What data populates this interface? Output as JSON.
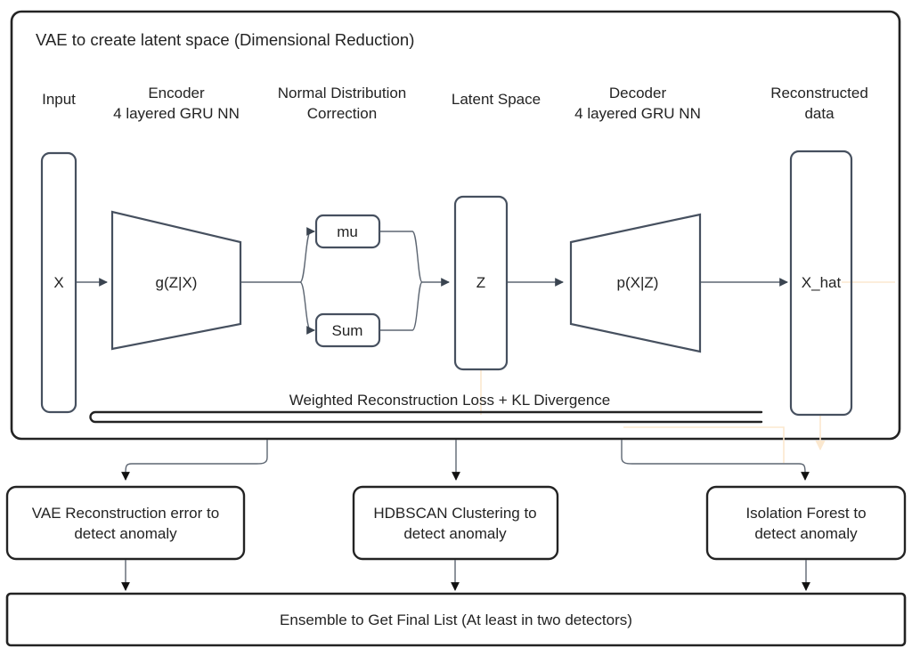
{
  "diagram": {
    "title": "VAE to create latent space (Dimensional Reduction)",
    "column_labels": [
      {
        "name": "input",
        "line1": "Input",
        "line2": ""
      },
      {
        "name": "encoder",
        "line1": "Encoder",
        "line2": "4 layered GRU NN"
      },
      {
        "name": "normal-distribution-correction",
        "line1": "Normal Distribution",
        "line2": "Correction"
      },
      {
        "name": "latent-space",
        "line1": "Latent Space",
        "line2": ""
      },
      {
        "name": "decoder",
        "line1": "Decoder",
        "line2": "4 layered GRU NN"
      },
      {
        "name": "reconstructed-data",
        "line1": "Reconstructed",
        "line2": "data"
      }
    ],
    "nodes": {
      "input": "X",
      "encoder": "g(Z|X)",
      "mu": "mu",
      "sum": "Sum",
      "latent": "Z",
      "decoder": "p(X|Z)",
      "output": "X_hat"
    },
    "loss_label": "Weighted Reconstruction Loss + KL Divergence",
    "detectors": [
      {
        "name": "vae-reconstruction",
        "line1": "VAE Reconstruction error to",
        "line2": "detect anomaly"
      },
      {
        "name": "hdbscan-clustering",
        "line1": "HDBSCAN Clustering to",
        "line2": "detect anomaly"
      },
      {
        "name": "isolation-forest",
        "line1": "Isolation Forest to",
        "line2": "detect anomaly"
      }
    ],
    "ensemble": "Ensemble to Get Final List (At least in two detectors)",
    "colors": {
      "outline_dark": "#232323",
      "outline_slate": "#46505f",
      "connector": "#5d6672",
      "faint_connector": "#fbe8cf",
      "text": "#232323",
      "background": "#ffffff"
    }
  }
}
